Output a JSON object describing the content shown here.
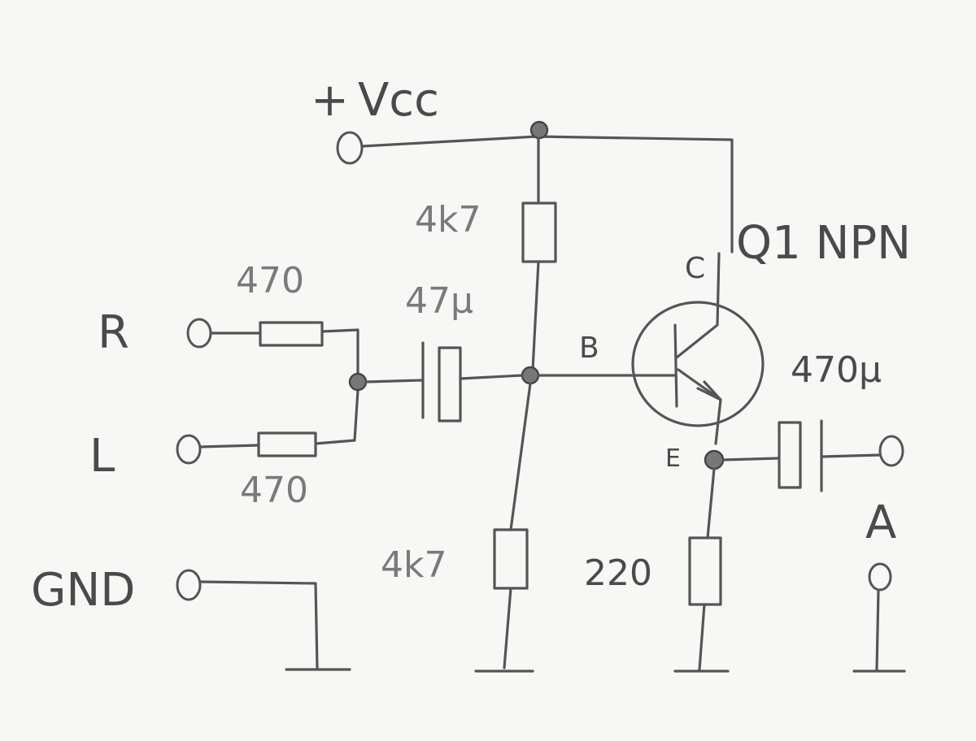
{
  "supply": {
    "plus": "+",
    "label": "Vcc"
  },
  "inputs": {
    "right": "R",
    "left": "L",
    "ground": "GND"
  },
  "output": {
    "label": "A"
  },
  "components": {
    "r_in_right": "470",
    "r_in_left": "470",
    "c_in": "47µ",
    "r_bias_top": "4k7",
    "r_bias_bottom": "4k7",
    "r_emitter": "220",
    "c_out": "470µ",
    "transistor": "Q1 NPN"
  },
  "pins": {
    "collector": "C",
    "base": "B",
    "emitter": "E"
  }
}
